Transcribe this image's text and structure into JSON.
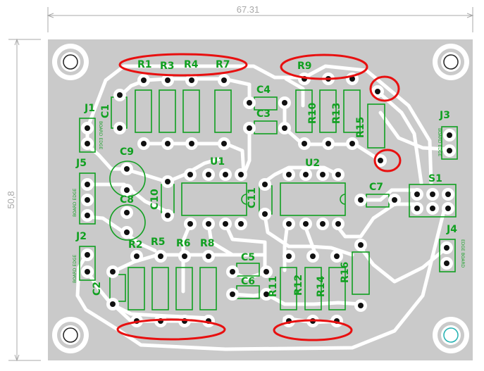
{
  "dimensions": {
    "width": "67.31",
    "height": "50,8"
  },
  "colors": {
    "board": "#cacaca",
    "trace": "#ffffff",
    "silkscreen": "#10a020",
    "pad_hole": "#111111",
    "mounting_hole": "#ffffff",
    "highlight": "#e81010",
    "dimension": "#a8a8a8"
  },
  "labels": {
    "R1": "R1",
    "R3": "R3",
    "R4": "R4",
    "R7": "R7",
    "R9": "R9",
    "R10": "R10",
    "R13": "R13",
    "R15": "R15",
    "R2": "R2",
    "R5": "R5",
    "R6": "R6",
    "R8": "R8",
    "R11": "R11",
    "R12": "R12",
    "R14": "R14",
    "R16": "R16",
    "C1": "C1",
    "C2": "C2",
    "C3": "C3",
    "C4": "C4",
    "C5": "C5",
    "C6": "C6",
    "C7": "C7",
    "C8": "C8",
    "C9": "C9",
    "C10": "C10",
    "C11": "C11",
    "U1": "U1",
    "U2": "U2",
    "S1": "S1",
    "J1": "J1",
    "J2": "J2",
    "J3": "J3",
    "J4": "J4",
    "J5": "J5"
  },
  "edge_text": "BOARD EDGE",
  "edge_text_j4": "EDGE BOARD",
  "highlights": [
    "top-left resistors R1 R3 R4 R7",
    "resistor R9",
    "R15 top pad",
    "R15 bottom pad",
    "bottom-left resistor pads",
    "bottom-right resistor pads"
  ]
}
